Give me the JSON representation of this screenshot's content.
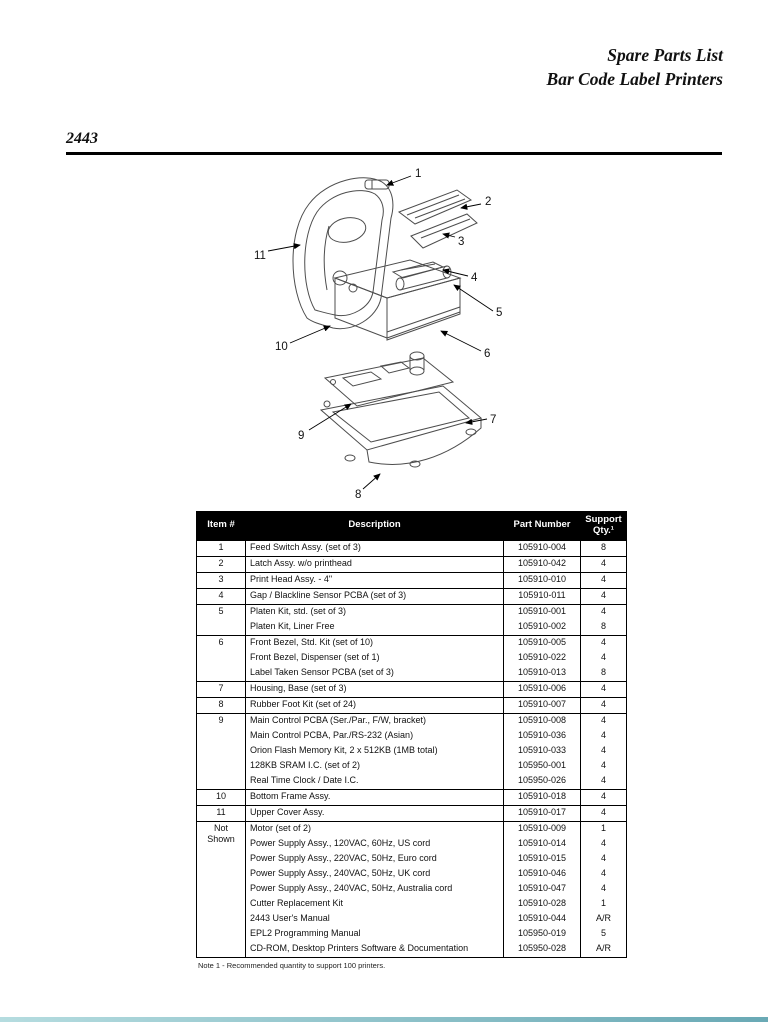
{
  "page": {
    "header_line1": "Spare Parts List",
    "header_line2": "Bar Code Label Printers",
    "section_title": "2443",
    "footnote": "Note 1 - Recommended quantity to support 100 printers.",
    "bottom_bar_colors": [
      "#a8d6da",
      "#4f9aa8"
    ]
  },
  "diagram": {
    "description": "exploded view of 2443 bar code label printer",
    "callouts": [
      "1",
      "2",
      "3",
      "4",
      "5",
      "6",
      "7",
      "8",
      "9",
      "10",
      "11"
    ]
  },
  "table": {
    "headers": {
      "item": "Item #",
      "description": "Description",
      "part": "Part Number",
      "qty": "Support Qty.¹"
    },
    "groups": [
      {
        "item": "1",
        "rows": [
          {
            "desc": "Feed Switch Assy. (set of 3)",
            "part": "105910-004",
            "qty": "8"
          }
        ]
      },
      {
        "item": "2",
        "rows": [
          {
            "desc": "Latch Assy. w/o printhead",
            "part": "105910-042",
            "qty": "4"
          }
        ]
      },
      {
        "item": "3",
        "rows": [
          {
            "desc": "Print Head Assy. - 4\"",
            "part": "105910-010",
            "qty": "4"
          }
        ]
      },
      {
        "item": "4",
        "rows": [
          {
            "desc": "Gap / Blackline Sensor PCBA (set of 3)",
            "part": "105910-011",
            "qty": "4"
          }
        ]
      },
      {
        "item": "5",
        "rows": [
          {
            "desc": "Platen Kit, std. (set of 3)",
            "part": "105910-001",
            "qty": "4"
          },
          {
            "desc": "Platen Kit, Liner Free",
            "part": "105910-002",
            "qty": "8"
          }
        ]
      },
      {
        "item": "6",
        "rows": [
          {
            "desc": "Front Bezel, Std. Kit (set of 10)",
            "part": "105910-005",
            "qty": "4"
          },
          {
            "desc": "Front Bezel, Dispenser (set of 1)",
            "part": "105910-022",
            "qty": "4"
          },
          {
            "desc": "Label Taken Sensor PCBA (set of 3)",
            "part": "105910-013",
            "qty": "8"
          }
        ]
      },
      {
        "item": "7",
        "rows": [
          {
            "desc": "Housing, Base (set of 3)",
            "part": "105910-006",
            "qty": "4"
          }
        ]
      },
      {
        "item": "8",
        "rows": [
          {
            "desc": "Rubber Foot Kit (set of 24)",
            "part": "105910-007",
            "qty": "4"
          }
        ]
      },
      {
        "item": "9",
        "rows": [
          {
            "desc": "Main Control PCBA (Ser./Par., F/W, bracket)",
            "part": "105910-008",
            "qty": "4"
          },
          {
            "desc": "Main Control PCBA, Par./RS-232 (Asian)",
            "part": "105910-036",
            "qty": "4"
          },
          {
            "desc": "Orion Flash Memory Kit, 2 x 512KB (1MB total)",
            "part": "105910-033",
            "qty": "4"
          },
          {
            "desc": "128KB SRAM I.C. (set of 2)",
            "part": "105950-001",
            "qty": "4"
          },
          {
            "desc": "Real Time Clock / Date I.C.",
            "part": "105950-026",
            "qty": "4"
          }
        ]
      },
      {
        "item": "10",
        "rows": [
          {
            "desc": "Bottom Frame Assy.",
            "part": "105910-018",
            "qty": "4"
          }
        ]
      },
      {
        "item": "11",
        "rows": [
          {
            "desc": "Upper Cover Assy.",
            "part": "105910-017",
            "qty": "4"
          }
        ]
      },
      {
        "item": "Not Shown",
        "rows": [
          {
            "desc": "Motor (set of 2)",
            "part": "105910-009",
            "qty": "1"
          },
          {
            "desc": "Power Supply Assy., 120VAC, 60Hz, US cord",
            "part": "105910-014",
            "qty": "4"
          },
          {
            "desc": "Power Supply Assy., 220VAC, 50Hz, Euro cord",
            "part": "105910-015",
            "qty": "4"
          },
          {
            "desc": "Power Supply Assy., 240VAC, 50Hz, UK cord",
            "part": "105910-046",
            "qty": "4"
          },
          {
            "desc": "Power Supply Assy., 240VAC, 50Hz, Australia cord",
            "part": "105910-047",
            "qty": "4"
          },
          {
            "desc": "Cutter Replacement Kit",
            "part": "105910-028",
            "qty": "1"
          },
          {
            "desc": "2443 User's Manual",
            "part": "105910-044",
            "qty": "A/R"
          },
          {
            "desc": "EPL2 Programming Manual",
            "part": "105950-019",
            "qty": "5"
          },
          {
            "desc": "CD-ROM, Desktop Printers Software & Documentation",
            "part": "105950-028",
            "qty": "A/R"
          }
        ]
      }
    ]
  }
}
